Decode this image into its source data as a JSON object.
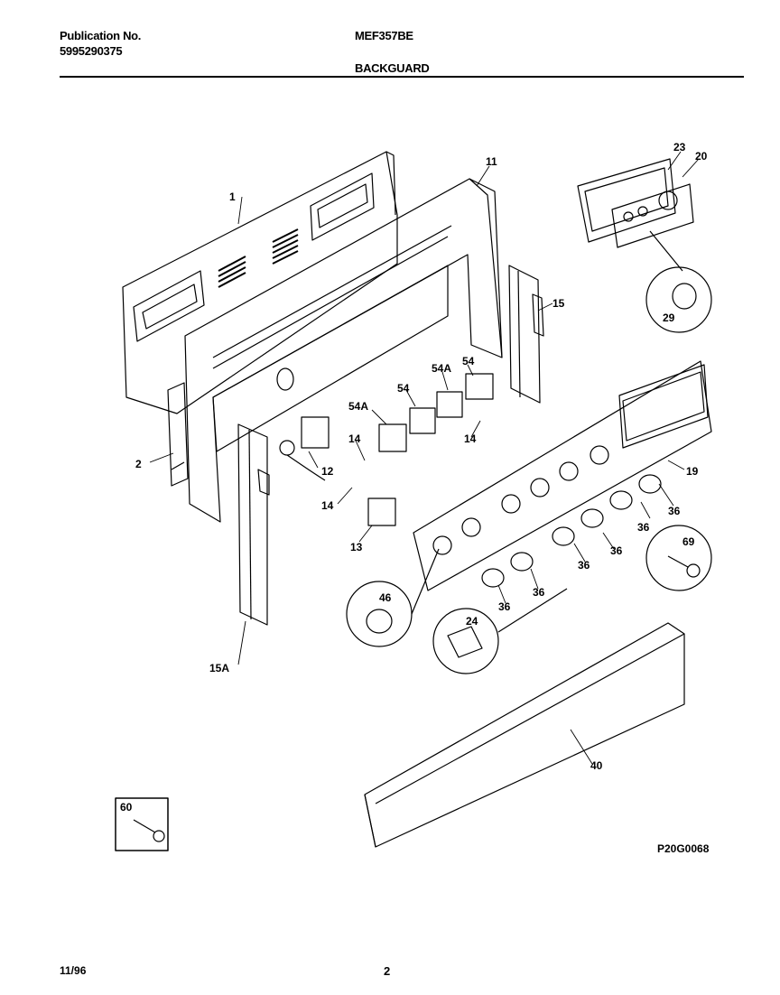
{
  "header": {
    "publication_label": "Publication No.",
    "publication_number": "5995290375",
    "model": "MEF357BE",
    "section": "BACKGUARD"
  },
  "parts": {
    "p1": "1",
    "p11": "11",
    "p23": "23",
    "p20": "20",
    "p15": "15",
    "p29": "29",
    "p54a_r": "54A",
    "p54_r": "54",
    "p54_l": "54",
    "p54a_l": "54A",
    "p14_a": "14",
    "p14_b": "14",
    "p14_c": "14",
    "p2": "2",
    "p12": "12",
    "p13": "13",
    "p19": "19",
    "p36_a": "36",
    "p36_b": "36",
    "p36_c": "36",
    "p36_d": "36",
    "p36_e": "36",
    "p36_f": "36",
    "p69": "69",
    "p46": "46",
    "p24": "24",
    "p15a": "15A",
    "p40": "40",
    "p60": "60"
  },
  "drawing_code": "P20G0068",
  "footer": {
    "date": "11/96",
    "page": "2"
  }
}
